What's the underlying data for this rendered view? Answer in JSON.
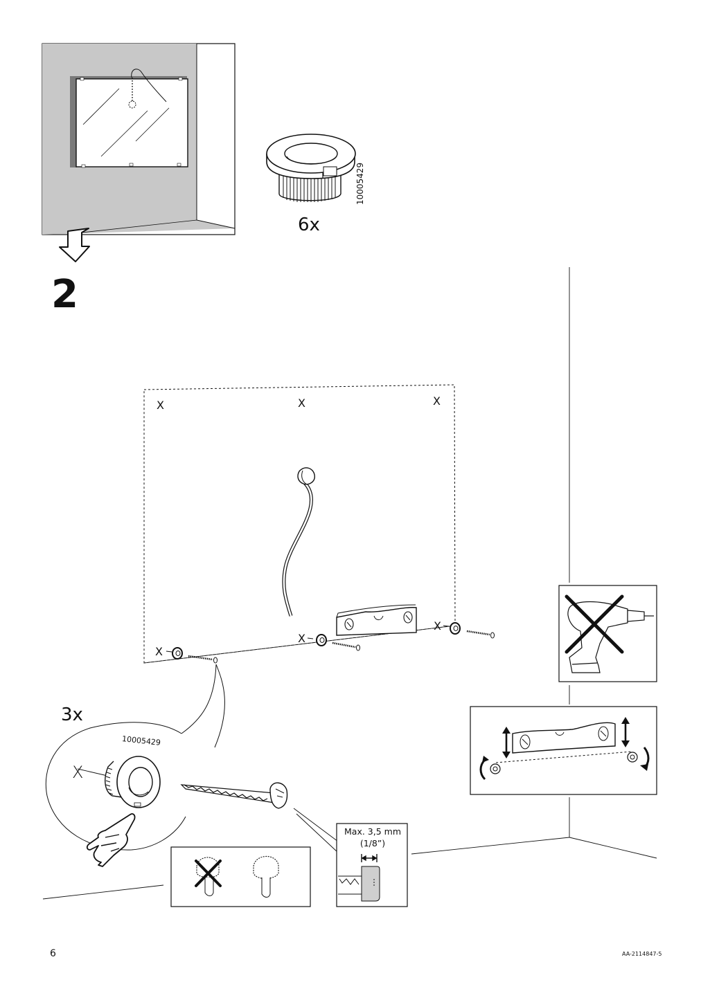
{
  "step": {
    "number": "2"
  },
  "parts": {
    "part_number": "10005429",
    "quantity_top": "6x",
    "quantity_detail": "3x"
  },
  "marks": {
    "x": "X"
  },
  "screw_spec": {
    "line1": "Max. 3,5 mm",
    "line2": "(1/8”)"
  },
  "footer": {
    "page_number": "6",
    "document_code": "AA-2114847-5"
  },
  "icons": [
    "hand-pointer-icon",
    "drill-icon",
    "cross-icon",
    "arrow-down-icon",
    "spirit-level-icon",
    "screw-icon"
  ]
}
